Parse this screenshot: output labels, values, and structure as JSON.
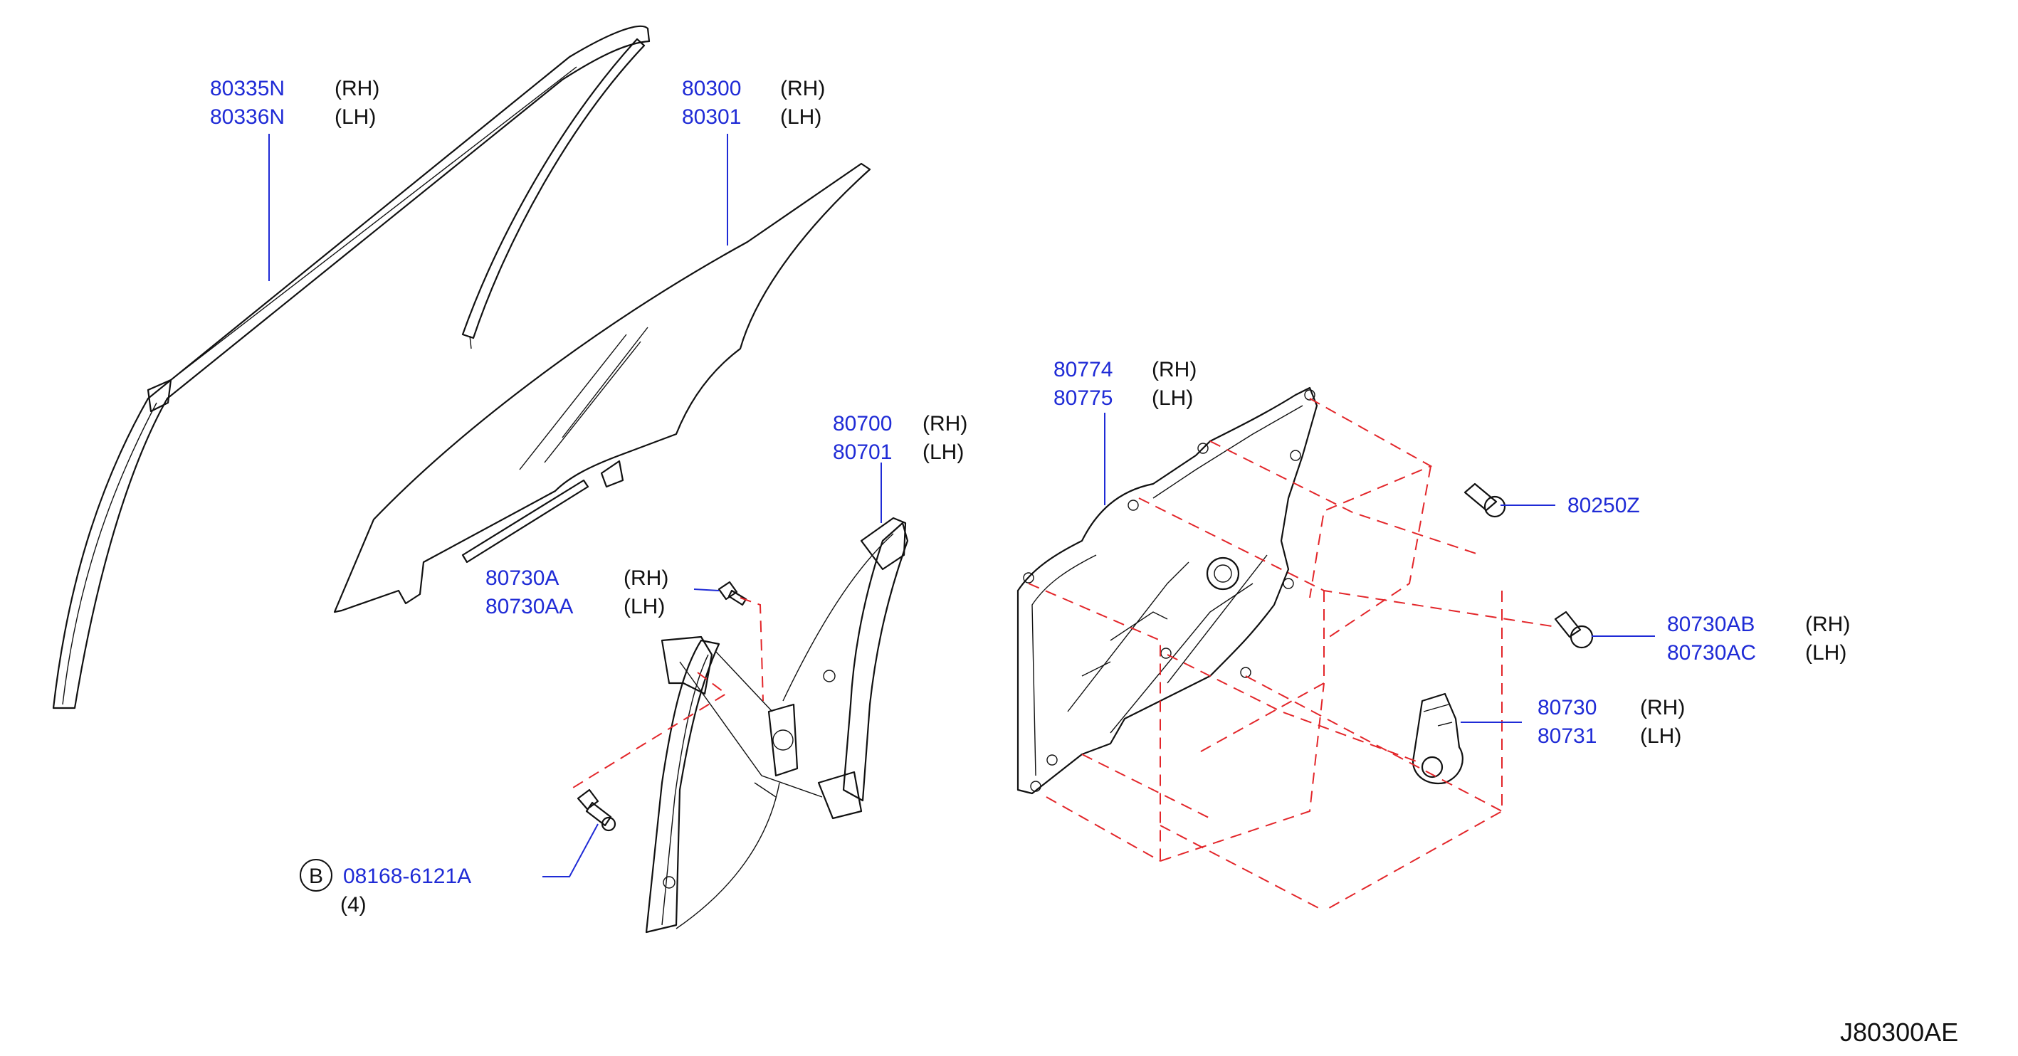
{
  "callouts": {
    "sash": {
      "pn_rh": "80335N",
      "side_rh": "(RH)",
      "pn_lh": "80336N",
      "side_lh": "(LH)"
    },
    "glass": {
      "pn_rh": "80300",
      "side_rh": "(RH)",
      "pn_lh": "80301",
      "side_lh": "(LH)"
    },
    "regulator": {
      "pn_rh": "80700",
      "side_rh": "(RH)",
      "pn_lh": "80701",
      "side_lh": "(LH)"
    },
    "bolt_a": {
      "pn_rh": "80730A",
      "side_rh": "(RH)",
      "pn_lh": "80730AA",
      "side_lh": "(LH)"
    },
    "module_panel": {
      "pn_rh": "80774",
      "side_rh": "(RH)",
      "pn_lh": "80775",
      "side_lh": "(LH)"
    },
    "bolt_z": {
      "pn": "80250Z"
    },
    "bolt_ab": {
      "pn_rh": "80730AB",
      "side_rh": "(RH)",
      "pn_lh": "80730AC",
      "side_lh": "(LH)"
    },
    "motor": {
      "pn_rh": "80730",
      "side_rh": "(RH)",
      "pn_lh": "80731",
      "side_lh": "(LH)"
    },
    "bolt_b": {
      "badge": "B",
      "pn": "08168-6121A",
      "qty": "(4)"
    }
  },
  "diagram_code": "J80300AE",
  "colors": {
    "part_number": "#1f2bd6",
    "leader": "#1f2bd6",
    "hidden_line": "#e3262a",
    "outline": "#111111"
  }
}
